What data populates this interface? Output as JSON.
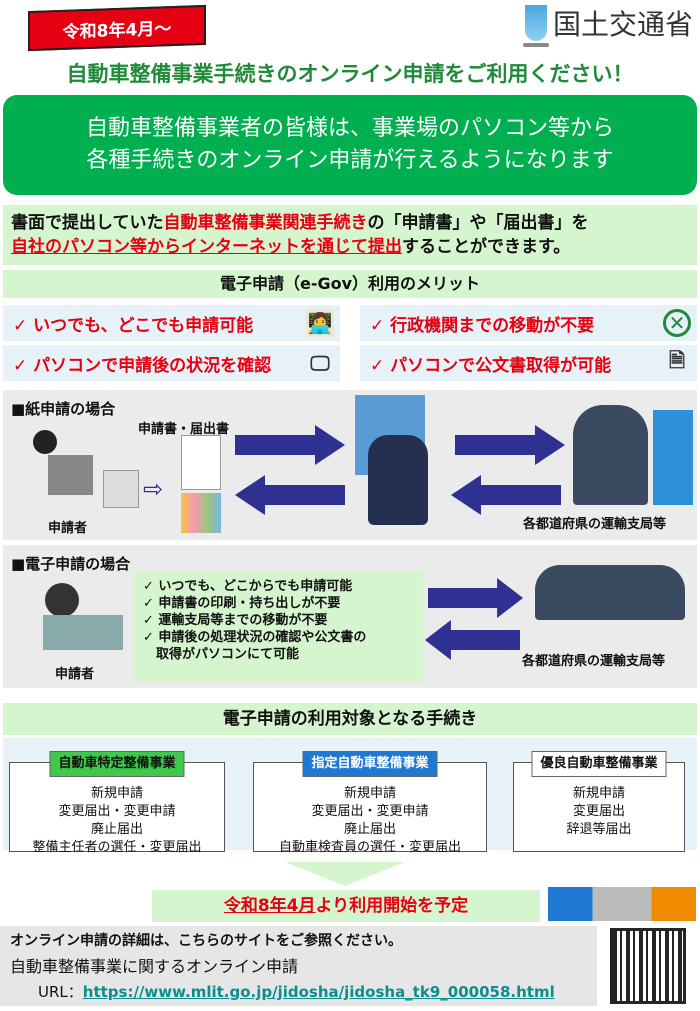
{
  "banner": "令和8年4月～",
  "logo": {
    "text": "国土交通省"
  },
  "title": "自動車整備事業手続きのオンライン申請をご利用ください！",
  "hero": {
    "line1": "自動車整備事業者の皆様は、事業場のパソコン等から",
    "line2": "各種手続きのオンライン申請が行えるようになります"
  },
  "intro": {
    "a": "書面で提出していた",
    "b": "自動車整備事業関連手続き",
    "c": "の「申請書」や「届出書」を",
    "d": "自社のパソコン等からインターネットを通じて提出",
    "e": "することができます。"
  },
  "merits": {
    "header": "電子申請（e-Gov）利用のメリット",
    "items": [
      {
        "label": "✓ いつでも、どこでも申請可能",
        "icon": "person-laptop-icon"
      },
      {
        "label": "✓ 行政機関までの移動が不要",
        "icon": "no-walking-icon"
      },
      {
        "label": "✓ パソコンで申請後の状況を確認",
        "icon": "monitor-icon"
      },
      {
        "label": "✓ パソコンで公文書取得が可能",
        "icon": "document-icon"
      }
    ]
  },
  "paper": {
    "header": "■紙申請の場合",
    "docs": "申請書・届出書",
    "applicant": "申請者",
    "office": "各都道府県の運輸支局等"
  },
  "electronic": {
    "header": "■電子申請の場合",
    "applicant": "申請者",
    "office": "各都道府県の運輸支局等",
    "checks": [
      "✓ いつでも、どこからでも申請可能",
      "✓ 申請書の印刷・持ち出しが不要",
      "✓ 運輸支局等までの移動が不要",
      "✓ 申請後の処理状況の確認や公文書の",
      "　取得がパソコンにて可能"
    ]
  },
  "targets": {
    "header": "電子申請の利用対象となる手続き",
    "boxes": [
      {
        "tag": "自動車特定整備事業",
        "items": [
          "新規申請",
          "変更届出・変更申請",
          "廃止届出",
          "整備主任者の選任・変更届出"
        ]
      },
      {
        "tag": "指定自動車整備事業",
        "items": [
          "新規申請",
          "変更届出・変更申請",
          "廃止届出",
          "自動車検査員の選任・変更届出"
        ]
      },
      {
        "tag": "優良自動車整備事業",
        "items": [
          "新規申請",
          "変更届出",
          "辞退等届出"
        ]
      }
    ]
  },
  "start": {
    "date": "令和8年4月",
    "rest": "より利用開始を予定"
  },
  "info": {
    "line1": "オンライン申請の詳細は、こちらのサイトをご参照ください。",
    "line2": "自動車整備事業に関するオンライン申請",
    "url_label": "URL：",
    "url": "https://www.mlit.go.jp/jidosha/jidosha_tk9_000058.html"
  },
  "colors": {
    "green": "#00b050",
    "red": "#e60012",
    "navy": "#2e3192",
    "light_green": "#d5f5cf"
  }
}
